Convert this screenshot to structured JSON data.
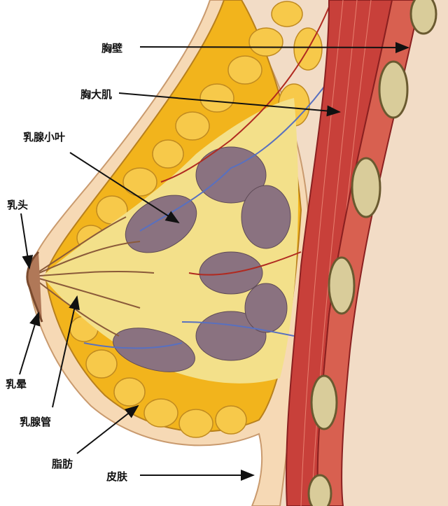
{
  "labels": {
    "chest_wall": "胸壁",
    "pectoralis_major": "胸大肌",
    "lobules": "乳腺小叶",
    "nipple": "乳头",
    "areola": "乳晕",
    "ducts": "乳腺管",
    "fat": "脂肪",
    "skin": "皮肤"
  },
  "colors": {
    "skin": "#f2dcc6",
    "fat": "#f2b41c",
    "lobule": "#8a7280",
    "muscle": "#c8403a",
    "rib": "#d9cc9a"
  }
}
